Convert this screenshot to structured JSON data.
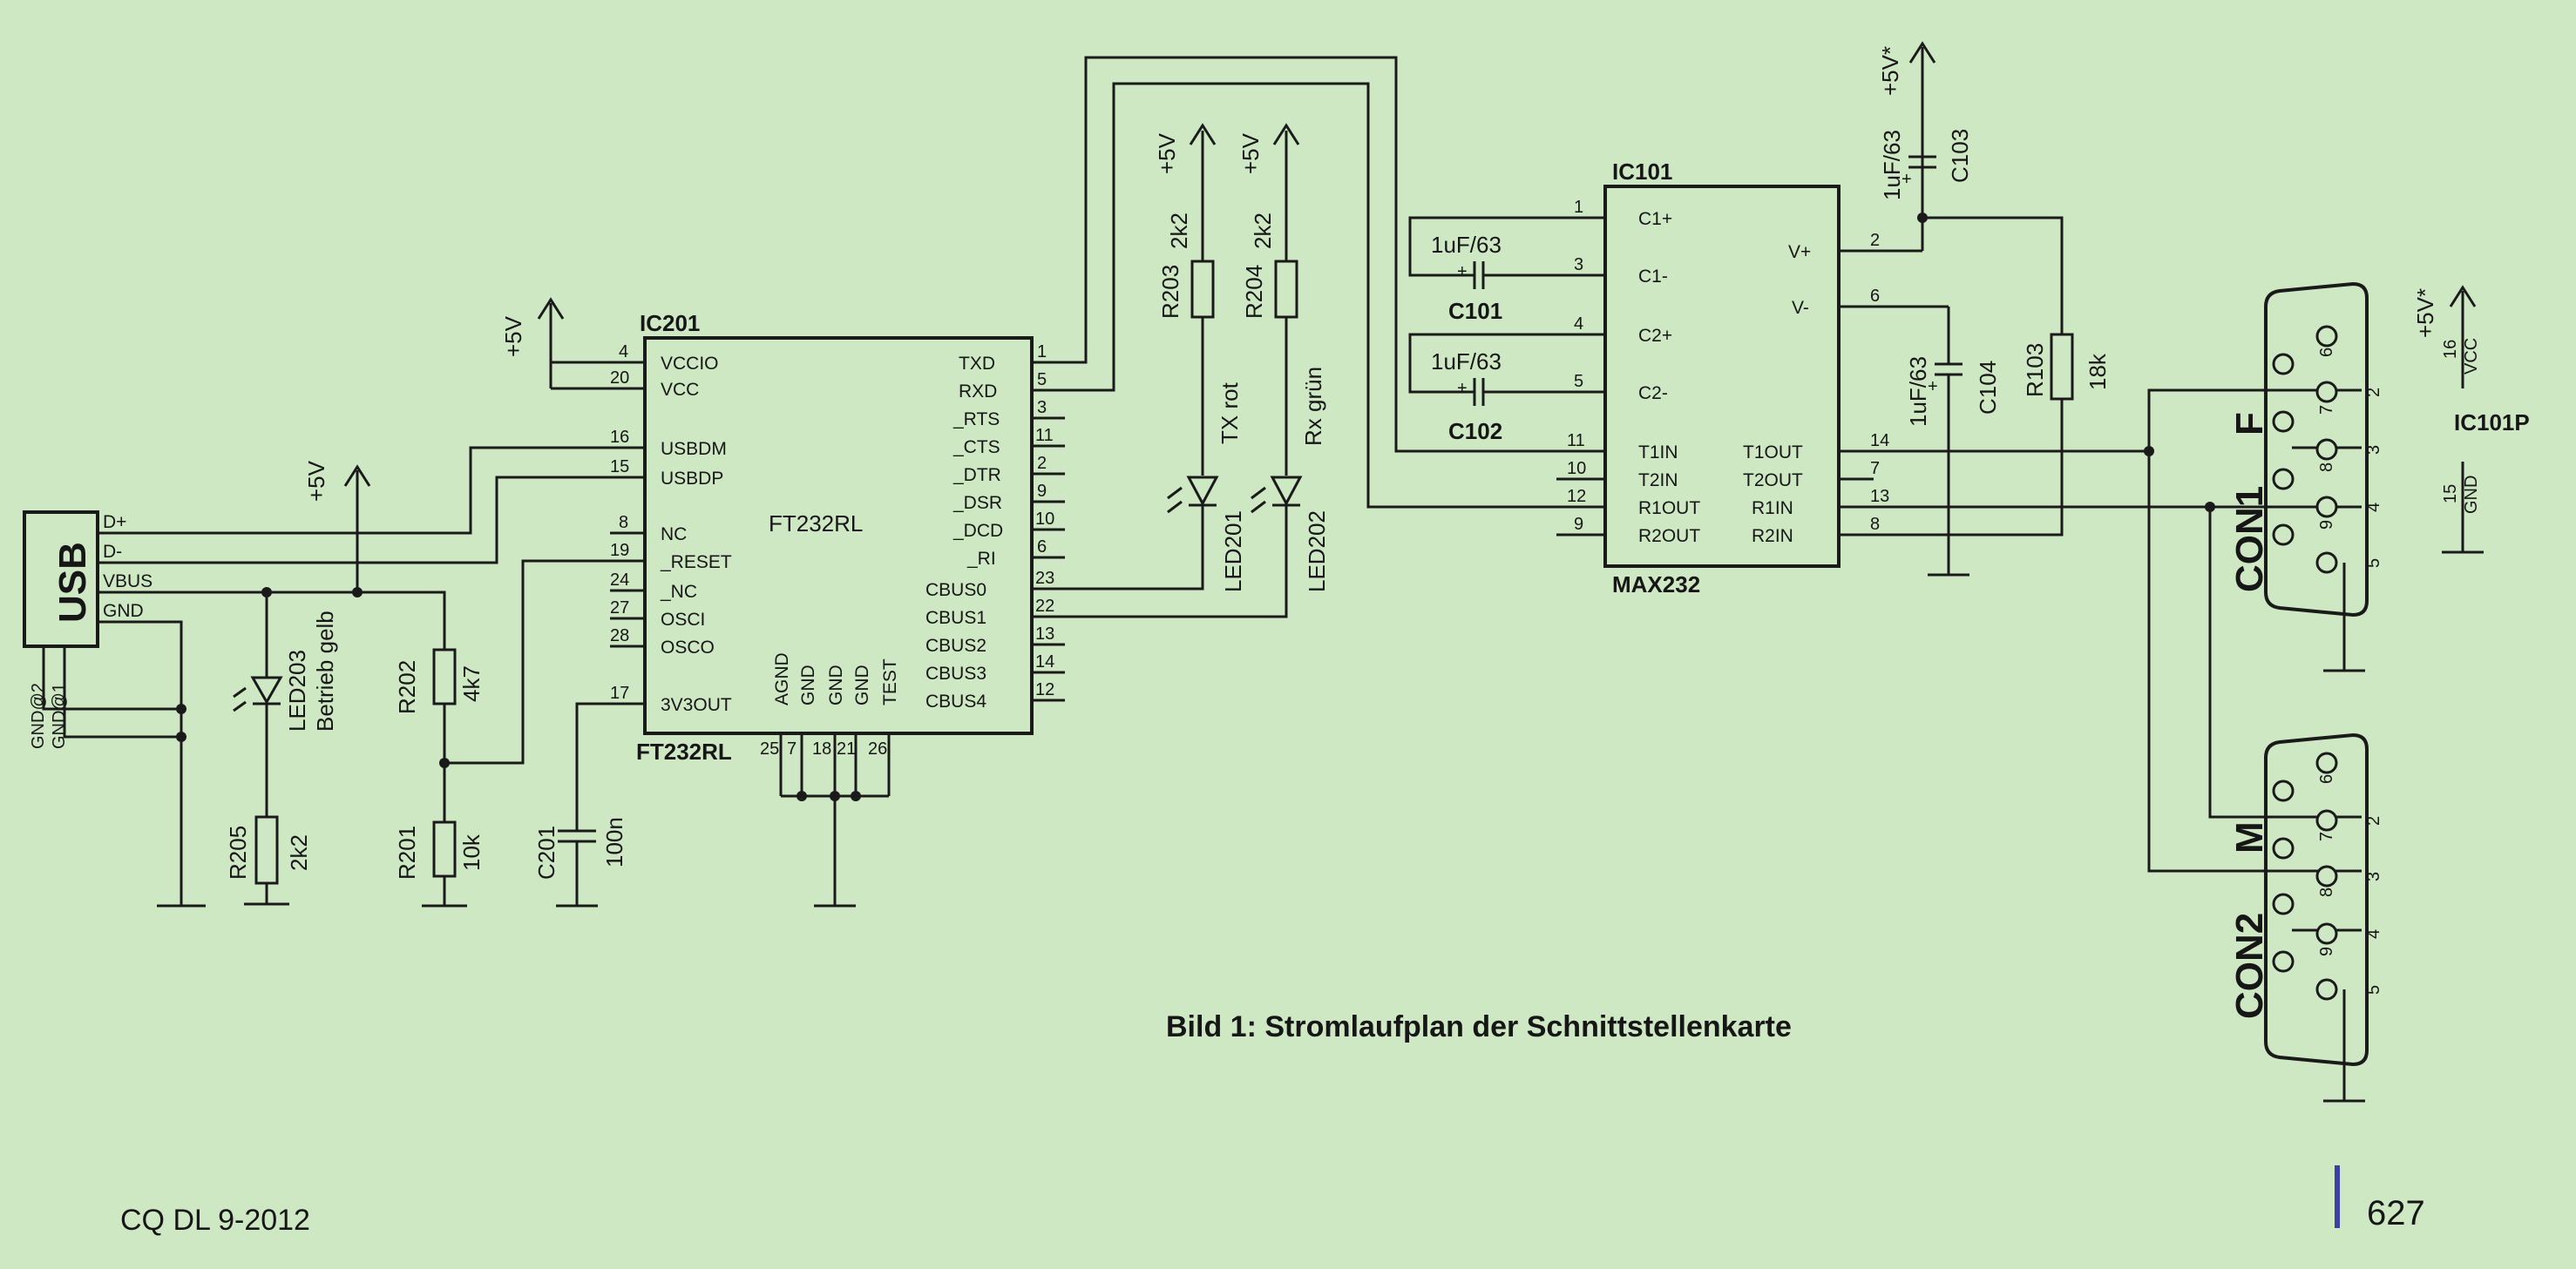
{
  "page": {
    "caption": "Bild 1: Stromlaufplan der Schnittstellenkarte",
    "footer_left": "CQ DL 9-2012",
    "page_number": "627"
  },
  "usb": {
    "label": "USB",
    "pins": [
      "D+",
      "D-",
      "VBUS",
      "GND"
    ],
    "gnd_pins": [
      "GND@2",
      "GND@1"
    ]
  },
  "ic201": {
    "ref": "IC201",
    "part": "FT232RL",
    "center_label": "FT232RL",
    "left_pins": [
      {
        "num": "4",
        "name": "VCCIO"
      },
      {
        "num": "20",
        "name": "VCC"
      },
      {
        "num": "16",
        "name": "USBDM"
      },
      {
        "num": "15",
        "name": "USBDP"
      },
      {
        "num": "8",
        "name": "NC"
      },
      {
        "num": "19",
        "name": "_RESET"
      },
      {
        "num": "24",
        "name": "_NC"
      },
      {
        "num": "27",
        "name": "OSCI"
      },
      {
        "num": "28",
        "name": "OSCO"
      },
      {
        "num": "17",
        "name": "3V3OUT"
      }
    ],
    "right_pins": [
      {
        "num": "1",
        "name": "TXD"
      },
      {
        "num": "5",
        "name": "RXD"
      },
      {
        "num": "3",
        "name": "_RTS"
      },
      {
        "num": "11",
        "name": "_CTS"
      },
      {
        "num": "2",
        "name": "_DTR"
      },
      {
        "num": "9",
        "name": "_DSR"
      },
      {
        "num": "10",
        "name": "_DCD"
      },
      {
        "num": "6",
        "name": "_RI"
      },
      {
        "num": "23",
        "name": "CBUS0"
      },
      {
        "num": "22",
        "name": "CBUS1"
      },
      {
        "num": "13",
        "name": "CBUS2"
      },
      {
        "num": "14",
        "name": "CBUS3"
      },
      {
        "num": "12",
        "name": "CBUS4"
      }
    ],
    "bottom_pins": [
      {
        "num": "25",
        "name": "AGND"
      },
      {
        "num": "7",
        "name": "GND"
      },
      {
        "num": "18",
        "name": "GND"
      },
      {
        "num": "21",
        "name": "GND"
      },
      {
        "num": "26",
        "name": "TEST"
      }
    ]
  },
  "ic101": {
    "ref": "IC101",
    "part": "MAX232",
    "left_pins": [
      {
        "num": "1",
        "name": "C1+"
      },
      {
        "num": "3",
        "name": "C1-"
      },
      {
        "num": "4",
        "name": "C2+"
      },
      {
        "num": "5",
        "name": "C2-"
      },
      {
        "num": "11",
        "name": "T1IN"
      },
      {
        "num": "10",
        "name": "T2IN"
      },
      {
        "num": "12",
        "name": "R1OUT"
      },
      {
        "num": "9",
        "name": "R2OUT"
      }
    ],
    "right_pins": [
      {
        "num": "2",
        "name": "V+"
      },
      {
        "num": "6",
        "name": "V-"
      },
      {
        "num": "14",
        "name": "T1OUT"
      },
      {
        "num": "7",
        "name": "T2OUT"
      },
      {
        "num": "13",
        "name": "R1IN"
      },
      {
        "num": "8",
        "name": "R2IN"
      }
    ]
  },
  "ic101p": {
    "ref": "IC101P",
    "vcc_pin": "16",
    "vcc_name": "VCC",
    "gnd_pin": "15",
    "gnd_name": "GND"
  },
  "power": {
    "plus5v": "+5V",
    "plus5v_star": "+5V*"
  },
  "components": {
    "r201": {
      "ref": "R201",
      "value": "10k"
    },
    "r202": {
      "ref": "R202",
      "value": "4k7"
    },
    "r203": {
      "ref": "R203",
      "value": "2k2"
    },
    "r204": {
      "ref": "R204",
      "value": "2k2"
    },
    "r205": {
      "ref": "R205",
      "value": "2k2"
    },
    "r103": {
      "ref": "R103",
      "value": "18k"
    },
    "c201": {
      "ref": "C201",
      "value": "100n"
    },
    "c101": {
      "ref": "C101",
      "value": "1uF/63"
    },
    "c102": {
      "ref": "C102",
      "value": "1uF/63"
    },
    "c103": {
      "ref": "C103",
      "value": "1uF/63"
    },
    "c104": {
      "ref": "C104",
      "value": "1uF/63"
    },
    "led201": {
      "ref": "LED201",
      "desc": "TX rot"
    },
    "led202": {
      "ref": "LED202",
      "desc": "Rx grün"
    },
    "led203": {
      "ref": "LED203",
      "desc": "Betrieb gelb"
    }
  },
  "connectors": {
    "con1": {
      "ref": "CON1",
      "tag": "F",
      "pins": [
        "6",
        "2",
        "7",
        "3",
        "8",
        "4",
        "9",
        "5"
      ]
    },
    "con2": {
      "ref": "CON2",
      "tag": "M",
      "pins": [
        "6",
        "2",
        "7",
        "3",
        "8",
        "4",
        "9",
        "5"
      ]
    }
  }
}
